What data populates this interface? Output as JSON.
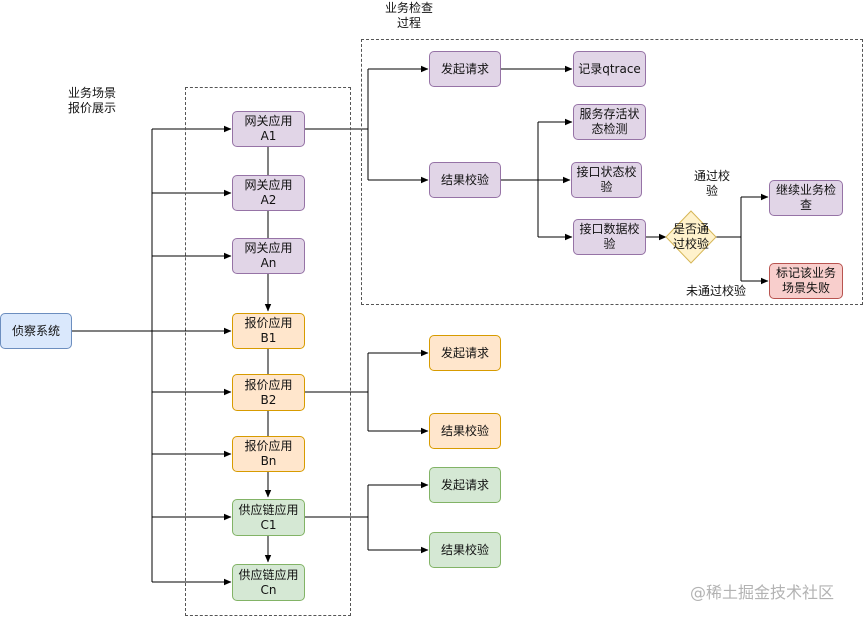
{
  "labels": {
    "display_group_title": "业务场景\n报价展示",
    "check_group_title": "业务检查\n过程",
    "pass_label": "通过校\n验",
    "fail_label": "未通过校验",
    "watermark": "@稀土掘金技术社区"
  },
  "nodes": {
    "recon": "侦察系统",
    "gw_a1": "网关应用\nA1",
    "gw_a2": "网关应用\nA2",
    "gw_an": "网关应用\nAn",
    "quote_b1": "报价应用\nB1",
    "quote_b2": "报价应用\nB2",
    "quote_bn": "报价应用\nBn",
    "supply_c1": "供应链应用\nC1",
    "supply_cn": "供应链应用\nCn",
    "chk_request": "发起请求",
    "chk_record": "记录qtrace",
    "chk_verify": "结果校验",
    "chk_liveness": "服务存活状\n态检测",
    "chk_status": "接口状态校\n验",
    "chk_data": "接口数据校\n验",
    "chk_decision": "是否通\n过校验",
    "chk_continue": "继续业务检\n查",
    "chk_fail": "标记该业务\n场景失败",
    "b_request": "发起请求",
    "b_verify": "结果校验",
    "c_request": "发起请求",
    "c_verify": "结果校验"
  },
  "colors": {
    "blue": "#dae8fc",
    "purple": "#e1d5e7",
    "orange": "#ffe6cc",
    "green": "#d5e8d4",
    "red": "#f8cecc",
    "diamond": "#fff2cc"
  }
}
